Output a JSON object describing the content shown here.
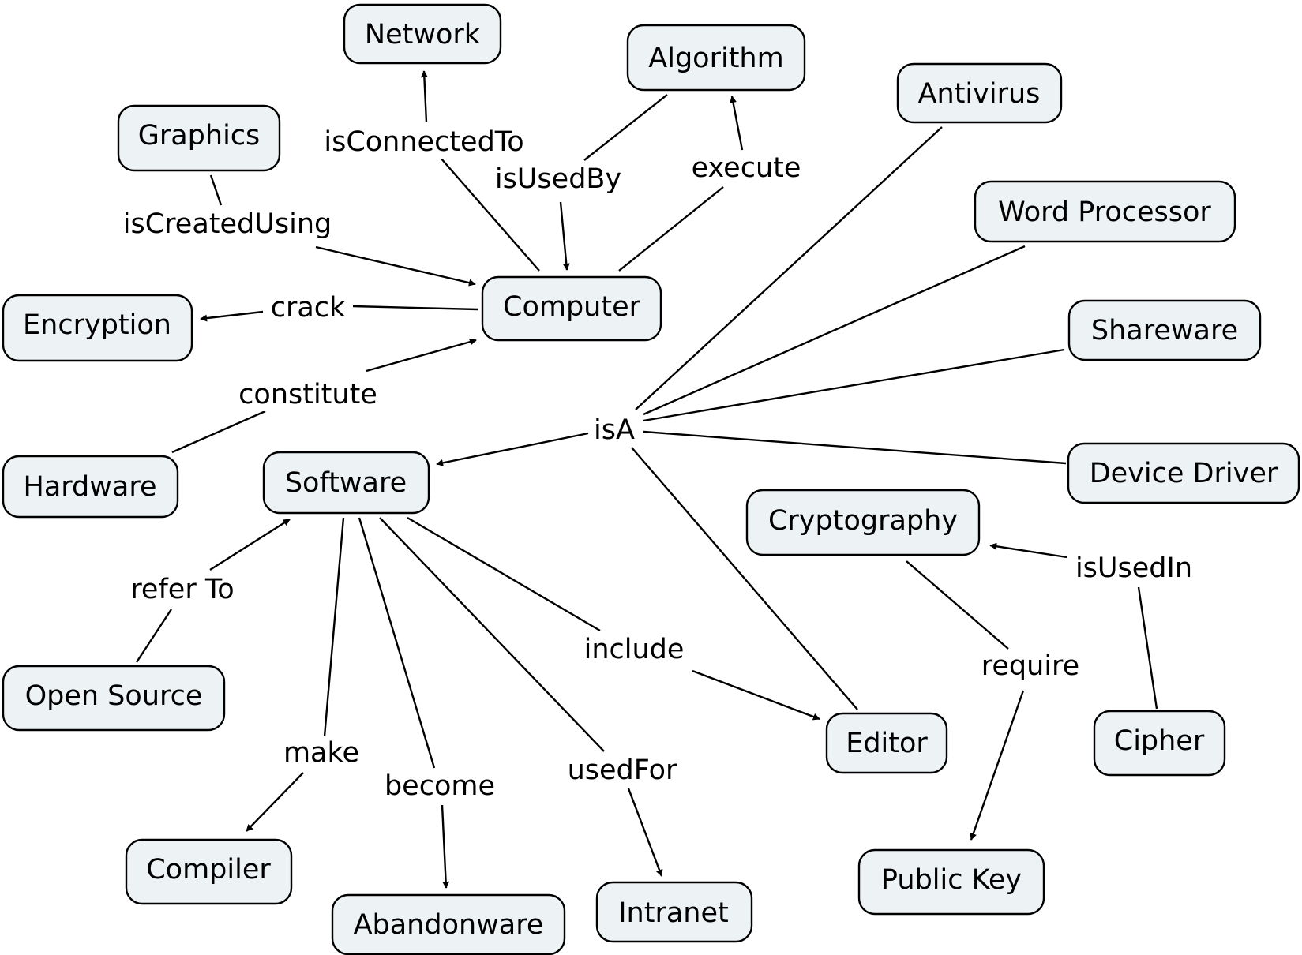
{
  "concepts": {
    "network": "Network",
    "algorithm": "Algorithm",
    "antivirus": "Antivirus",
    "graphics": "Graphics",
    "word_processor": "Word Processor",
    "computer": "Computer",
    "encryption": "Encryption",
    "shareware": "Shareware",
    "hardware": "Hardware",
    "software": "Software",
    "device_driver": "Device Driver",
    "cryptography": "Cryptography",
    "open_source": "Open Source",
    "editor": "Editor",
    "cipher": "Cipher",
    "compiler": "Compiler",
    "public_key": "Public Key",
    "abandonware": "Abandonware",
    "intranet": "Intranet"
  },
  "links": {
    "is_connected_to": "isConnectedTo",
    "is_used_by": "isUsedBy",
    "execute": "execute",
    "is_created_using": "isCreatedUsing",
    "crack": "crack",
    "constitute": "constitute",
    "is_a": "isA",
    "refer_to": "refer To",
    "include": "include",
    "is_used_in": "isUsedIn",
    "require": "require",
    "make": "make",
    "become": "become",
    "used_for": "usedFor"
  }
}
